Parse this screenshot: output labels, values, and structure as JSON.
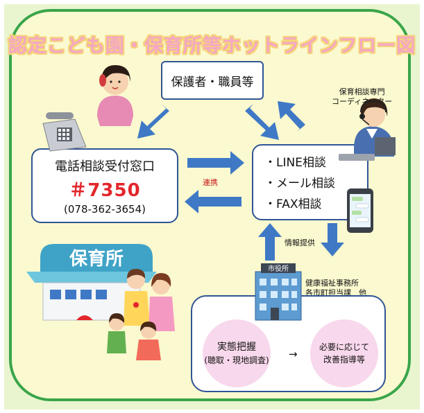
{
  "title": "認定こども園・保育所等ホットラインフロー図",
  "guardian_box": {
    "label": "保護者・職員等"
  },
  "phone_box": {
    "title": "電話相談受付窓口",
    "number": "＃7350",
    "sub": "(078-362-3654)"
  },
  "consult_box": {
    "items": [
      "・LINE相談",
      "・メール相談",
      "・FAX相談"
    ]
  },
  "coordinator_label": {
    "line1": "保育相談専門",
    "line2": "コーディネーター"
  },
  "link_label": "連携",
  "info_label": "情報提供",
  "city_office_sign": "市役所",
  "nursery_sign": "保育所",
  "welfare_label": {
    "line1": "健康福祉事務所",
    "line2": "各市町担当課　他"
  },
  "step1": {
    "line1": "実態把握",
    "line2": "(聴取・現地調査)"
  },
  "step_arrow": "→",
  "step2": {
    "line1": "必要に応じて",
    "line2": "改善指導等"
  },
  "colors": {
    "frame": "#3aa54a",
    "arrow": "#3f79c6",
    "accent": "#e3262b",
    "box_border": "#2f5496"
  }
}
